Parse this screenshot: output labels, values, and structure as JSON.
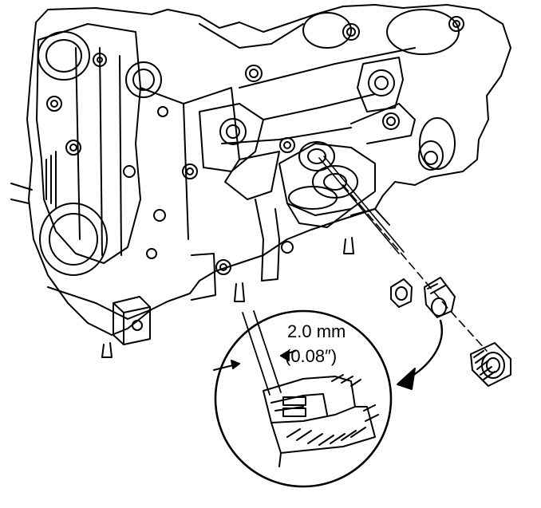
{
  "figure": {
    "callout": {
      "measurement_metric": "2.0 mm",
      "measurement_imperial": "(0.08″)"
    },
    "colors": {
      "ink": "#000000",
      "paper": "#ffffff"
    },
    "icons": [
      "engine-block-illustration",
      "oil-pump-assembly",
      "drill-bit",
      "threaded-plug",
      "detail-magnifier",
      "curved-arrow"
    ]
  }
}
